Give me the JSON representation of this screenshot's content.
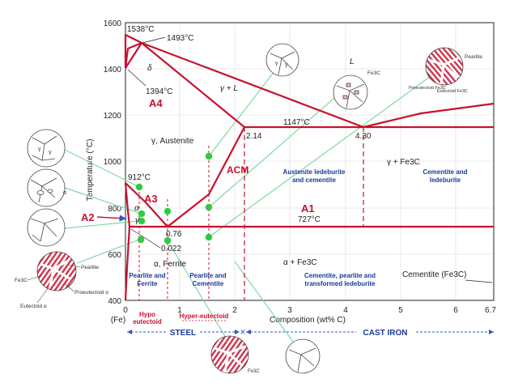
{
  "colors": {
    "phase_line": "#c8102e",
    "guide_line": "#7fd9a1",
    "marker": "#2ecc40",
    "region_text": "#1a3a9a",
    "axis": "#222222",
    "dashed": "#c8102e"
  },
  "axes": {
    "y_title": "Temperature (°C)",
    "x_title": "Composition (wt% C)",
    "y_ticks": [
      "400",
      "600",
      "800",
      "1000",
      "1200",
      "1400",
      "1600"
    ],
    "x_ticks": [
      "0",
      "1",
      "2",
      "3",
      "4",
      "5",
      "6",
      "6.7"
    ],
    "x_origin_label": "(Fe)"
  },
  "temperatures": {
    "t1538": "1538°C",
    "t1493": "1493°C",
    "t1394": "1394°C",
    "t1147": "1147°C",
    "t912": "912°C",
    "t727": "727°C"
  },
  "compositions": {
    "c214": "2.14",
    "c430": "4.30",
    "c076": "0.76",
    "c0022": "0.022"
  },
  "phases": {
    "delta": "δ",
    "gamma_l": "γ + L",
    "liquid": "L",
    "austenite": "γ, Austenite",
    "gamma_fe3c": "γ + Fe3C",
    "alpha": "α",
    "gamma": "γ",
    "alpha_ferrite": "α, Ferrite",
    "alpha_fe3c": "α + Fe3C",
    "cementite": "Cementite (Fe3C)"
  },
  "lines": {
    "a4": "A4",
    "a3": "A3",
    "a2": "A2",
    "a1": "A1",
    "acm": "ACM"
  },
  "regions": {
    "austenite_ledeburite": [
      "Austenite ledeburite",
      "and cementite"
    ],
    "cementite_ledeburite": [
      "Cementite and",
      "ledeburite"
    ],
    "pearlite_ferrite": [
      "Pearlite and",
      "Ferrite"
    ],
    "pearlite_cementite": [
      "Pearlite and",
      "Cementite"
    ],
    "cementite_pearlite_ledeburite": [
      "Cementite, pearlite and",
      "transformed ledeburite"
    ]
  },
  "bottom": {
    "hypo": [
      "Hypo",
      "eutectoid"
    ],
    "hyper": "Hyper-eutectoid",
    "steel": "STEEL",
    "cast_iron": "CAST IRON"
  },
  "micro_labels": {
    "fe3c": "Fe3C",
    "pearlite": "Pearlite",
    "proeutectoid_alpha": "Proeutectoid α",
    "eutectoid_alpha": "Eutectoid α",
    "proeutectoid_fe3c": "Proeutectoid Fe3C",
    "eutectoid_fe3c": "Eutectoid Fe3C",
    "alpha": "α",
    "gamma": "γ"
  }
}
